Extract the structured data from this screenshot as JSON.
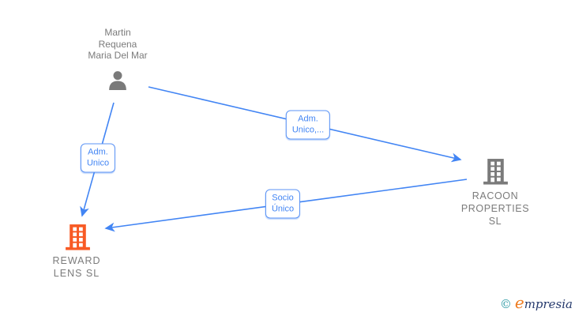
{
  "diagram_title": "company-relations-graph",
  "colors": {
    "edge_blue": "#4285f4",
    "label_border_blue": "#5b93f5",
    "node_text_gray": "#7b7b7b",
    "icon_gray": "#7a7a7a",
    "reward_orange": "#f85a24",
    "brand_teal": "#2f9ba6",
    "brand_orange": "#ee7c20",
    "brand_navy": "#263a6d"
  },
  "person": {
    "name": "Martin Requena Maria Del Mar",
    "lines": [
      "Martin",
      "Requena",
      "Maria Del Mar"
    ]
  },
  "companies": {
    "racoon": {
      "name": "RACOON PROPERTIES SL",
      "lines": [
        "RACOON",
        "PROPERTIES",
        "SL"
      ]
    },
    "reward": {
      "name": "REWARD LENS SL",
      "lines": [
        "REWARD",
        "LENS SL"
      ]
    }
  },
  "edges": [
    {
      "from": "Martin Requena Maria Del Mar",
      "to": "RACOON PROPERTIES SL",
      "label": "Adm. Unico,...",
      "label_lines": [
        "Adm.",
        "Unico,..."
      ]
    },
    {
      "from": "Martin Requena Maria Del Mar",
      "to": "REWARD LENS SL",
      "label": "Adm. Unico",
      "label_lines": [
        "Adm.",
        "Unico"
      ]
    },
    {
      "from": "RACOON PROPERTIES SL",
      "to": "REWARD LENS SL",
      "label": "Socio Único",
      "label_lines": [
        "Socio",
        "Único"
      ]
    }
  ],
  "footer": {
    "copyright_symbol": "©",
    "brand_initial": "e",
    "brand_rest": "mpresia"
  }
}
